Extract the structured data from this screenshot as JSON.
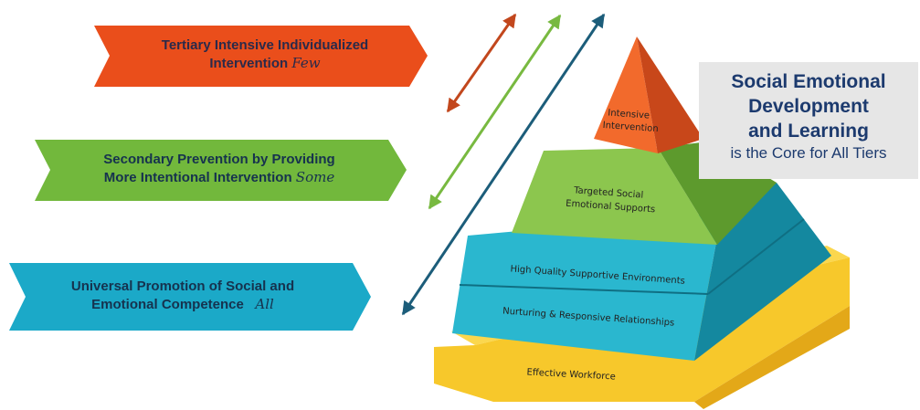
{
  "banners": [
    {
      "line1": "Tertiary Intensive Individualized",
      "line2": "Intervention",
      "emphasis": "Few",
      "color": "#ea4e1b"
    },
    {
      "line1": "Secondary Prevention by Providing",
      "line2": "More Intentional Intervention",
      "emphasis": "Some",
      "color": "#72b83c"
    },
    {
      "line1": "Universal Promotion of Social and",
      "line2": "Emotional Competence",
      "emphasis": "All",
      "color": "#1ba9c8"
    }
  ],
  "pyramid": {
    "tiers": [
      {
        "label_lines": [
          "Intensive",
          "Intervention"
        ],
        "color": "#f26a2c"
      },
      {
        "label_lines": [
          "Targeted Social",
          "Emotional Supports"
        ],
        "color": "#8cc64e"
      },
      {
        "label_lines": [
          "High Quality Supportive Environments"
        ],
        "color": "#2ab7cf"
      },
      {
        "label_lines": [
          "Nurturing & Responsive Relationships"
        ],
        "color": "#2ab7cf"
      }
    ],
    "base_label": "Effective Workforce",
    "base_color": "#f7c82b"
  },
  "core_box": {
    "title_lines": [
      "Social Emotional",
      "Development",
      "and  Learning"
    ],
    "subtitle": "is the Core for All Tiers"
  },
  "arrow_colors": [
    "#c2471d",
    "#78b940",
    "#1c5d7a"
  ]
}
